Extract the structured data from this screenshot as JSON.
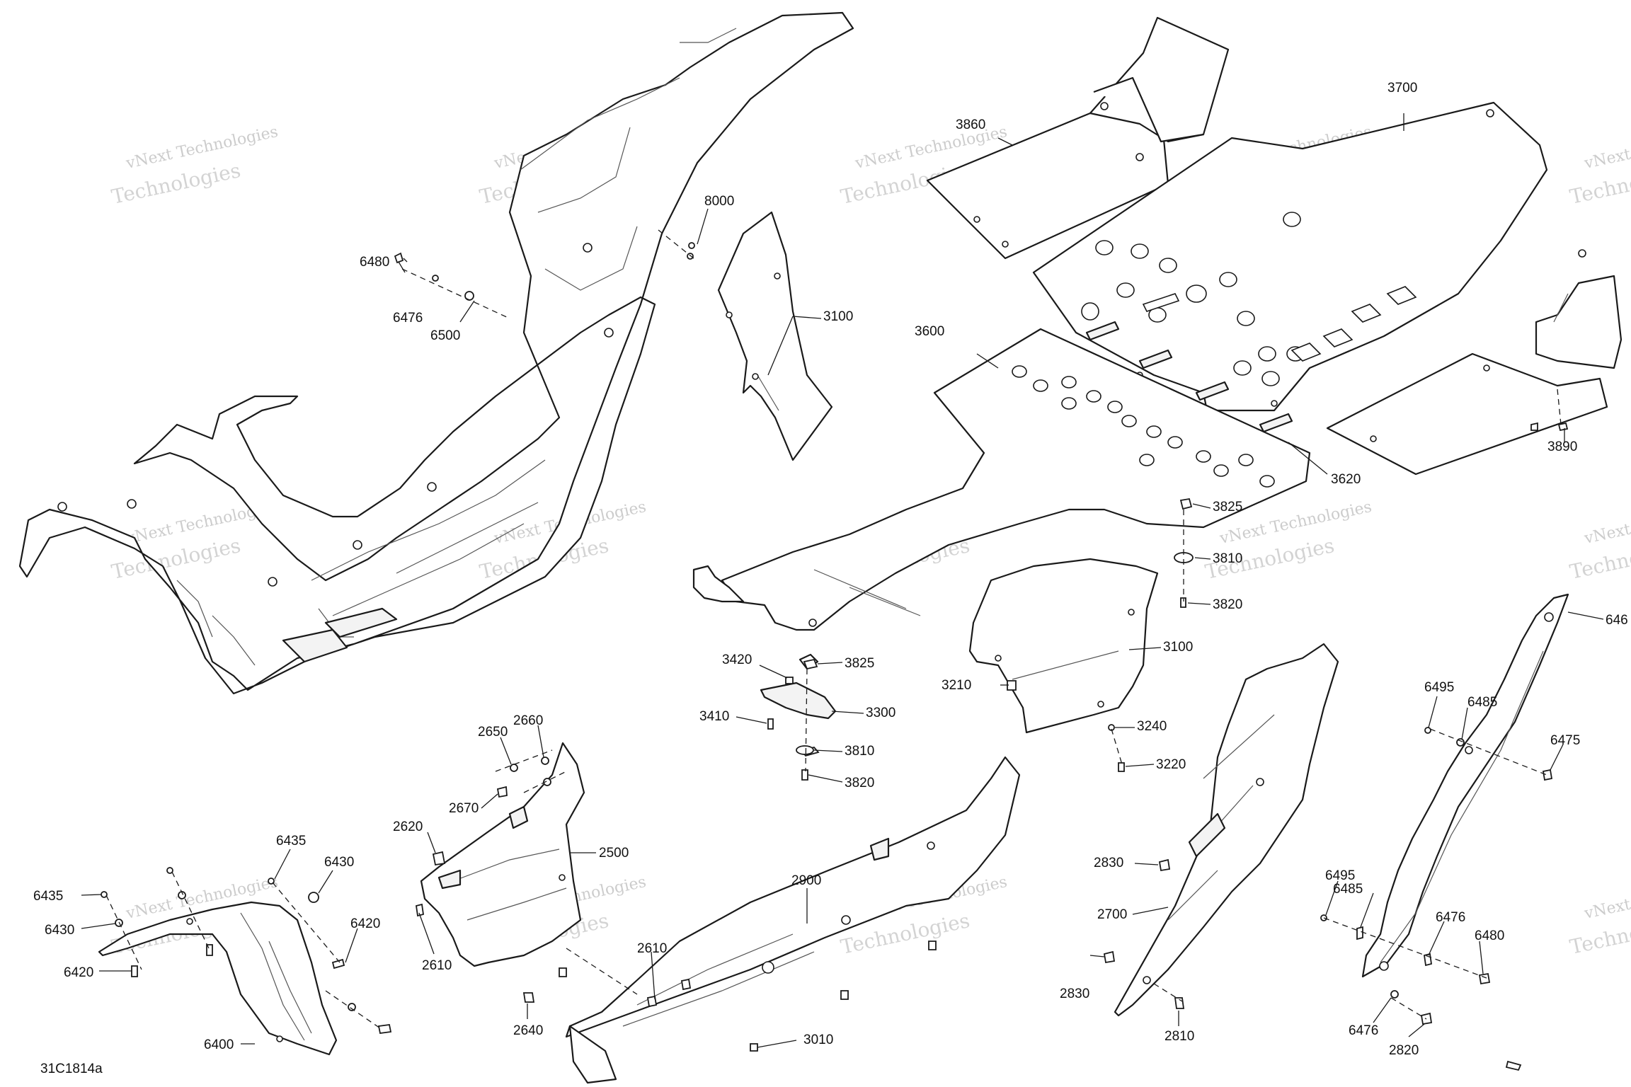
{
  "diagram": {
    "figure_code": "31C1814a",
    "watermark": {
      "line1": "vNext Technologies",
      "line2": "Technologies"
    },
    "callouts": {
      "c8000": "8000",
      "c6480a": "6480",
      "c6476a": "6476",
      "c6500": "6500",
      "c3100a": "3100",
      "c3860": "3860",
      "c3700": "3700",
      "c3600": "3600",
      "c3620": "3620",
      "c3890": "3890",
      "c3825a": "3825",
      "c3810a": "3810",
      "c3820a": "3820",
      "c3100b": "3100",
      "c3210": "3210",
      "c3240": "3240",
      "c3220": "3220",
      "c3420": "3420",
      "c3825b": "3825",
      "c3300": "3300",
      "c3410": "3410",
      "c3810b": "3810",
      "c3820b": "3820",
      "c2650": "2650",
      "c2660": "2660",
      "c2670": "2670",
      "c2620": "2620",
      "c2500": "2500",
      "c2610a": "2610",
      "c2610b": "2610",
      "c2640": "2640",
      "c2900": "2900",
      "c3010": "3010",
      "c6435a": "6435",
      "c6430a": "6430",
      "c6435b": "6435",
      "c6430b": "6430",
      "c6420a": "6420",
      "c6420b": "6420",
      "c6400": "6400",
      "c2830a": "2830",
      "c2700": "2700",
      "c2830b": "2830",
      "c2810": "2810",
      "c6495a": "6495",
      "c6485a": "6485",
      "c6475": "6475",
      "c6495b": "6495",
      "c6485b": "6485",
      "c6476b": "6476",
      "c6480b": "6480",
      "c6476c": "6476",
      "c2820": "2820",
      "c646": "646"
    }
  }
}
